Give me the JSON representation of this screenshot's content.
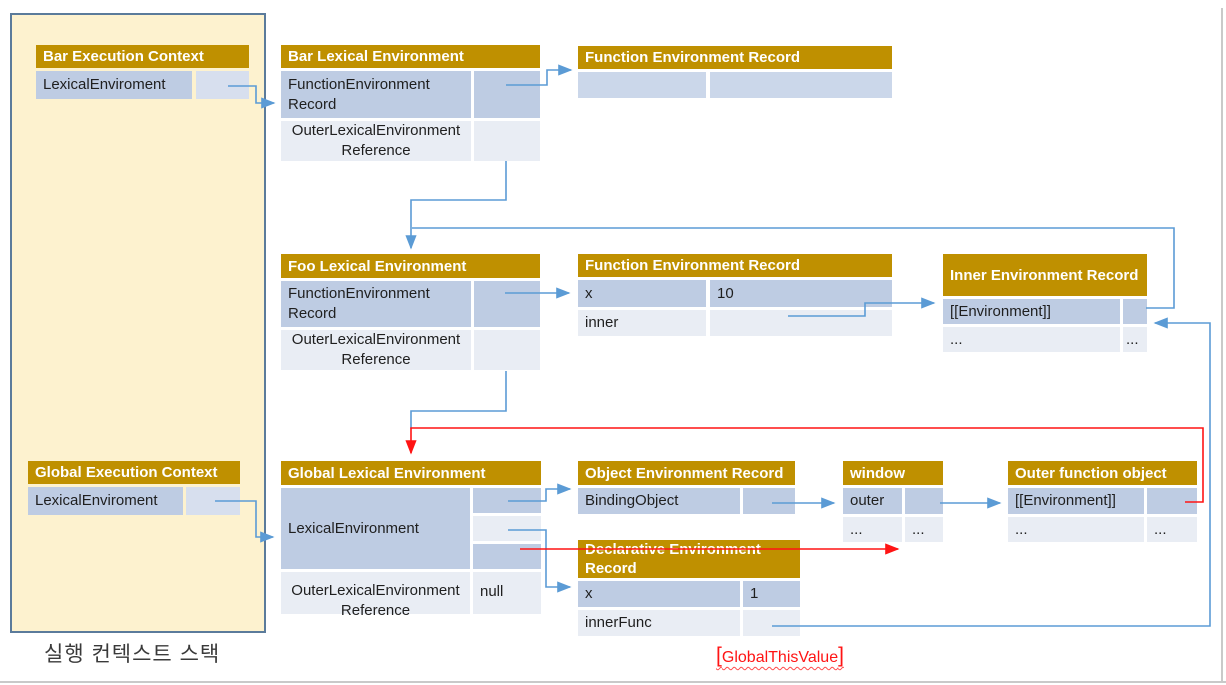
{
  "colors": {
    "header_gold": "#BF9000",
    "cell_blue": "#BECCE3",
    "cell_blue_light": "#E9EDF4",
    "cell_blue_mid": "#CBD7EA",
    "arrow_blue": "#5B9BD5",
    "arrow_red": "#FF1414",
    "stack_fill": "#FDF2CF",
    "stack_border": "#5B7B9B",
    "page_border": "#C9C9C9"
  },
  "stack": {
    "label": "실행 컨텍스트 스택"
  },
  "boxes": {
    "bar_exec": {
      "title": "Bar Execution Context",
      "rows": [
        {
          "label": "LexicalEnviroment",
          "value": ""
        }
      ]
    },
    "bar_lex": {
      "title": "Bar Lexical Environment",
      "rows": [
        {
          "label": "FunctionEnvironment Record",
          "value": ""
        },
        {
          "label": "OuterLexicalEnvironment Reference",
          "value": ""
        }
      ]
    },
    "func_rec_top": {
      "title": "Function Environment Record",
      "rows": [
        {
          "label": "",
          "value": ""
        }
      ]
    },
    "foo_lex": {
      "title": "Foo Lexical Environment",
      "rows": [
        {
          "label": "FunctionEnvironment Record",
          "value": ""
        },
        {
          "label": "OuterLexicalEnvironment Reference",
          "value": ""
        }
      ]
    },
    "func_rec_mid": {
      "title": "Function Environment Record",
      "rows": [
        {
          "label": "x",
          "value": "10"
        },
        {
          "label": "inner",
          "value": ""
        }
      ]
    },
    "inner_rec": {
      "title": "Inner Environment Record",
      "rows": [
        {
          "label": "[[Environment]]",
          "value": ""
        },
        {
          "label": "...",
          "value": "..."
        }
      ]
    },
    "global_exec": {
      "title": "Global Execution Context",
      "rows": [
        {
          "label": "LexicalEnviroment",
          "value": ""
        }
      ]
    },
    "global_lex": {
      "title": "Global Lexical Environment",
      "main_label": "LexicalEnvironment",
      "outer_label": "OuterLexicalEnvironment Reference",
      "outer_value": "null"
    },
    "object_rec": {
      "title": "Object Environment Record",
      "rows": [
        {
          "label": "BindingObject",
          "value": ""
        }
      ]
    },
    "window_obj": {
      "title": "window",
      "rows": [
        {
          "label": "outer",
          "value": ""
        },
        {
          "label": "...",
          "value": "..."
        }
      ]
    },
    "outer_func": {
      "title": "Outer function object",
      "rows": [
        {
          "label": "[[Environment]]",
          "value": ""
        },
        {
          "label": "...",
          "value": "..."
        }
      ]
    },
    "decl_rec": {
      "title": "Declarative Environment Record",
      "rows": [
        {
          "label": "x",
          "value": "1"
        },
        {
          "label": "innerFunc",
          "value": ""
        }
      ]
    }
  },
  "annotations": {
    "global_this": {
      "open": "[",
      "text": "GlobalThisValue",
      "close": "]"
    }
  }
}
